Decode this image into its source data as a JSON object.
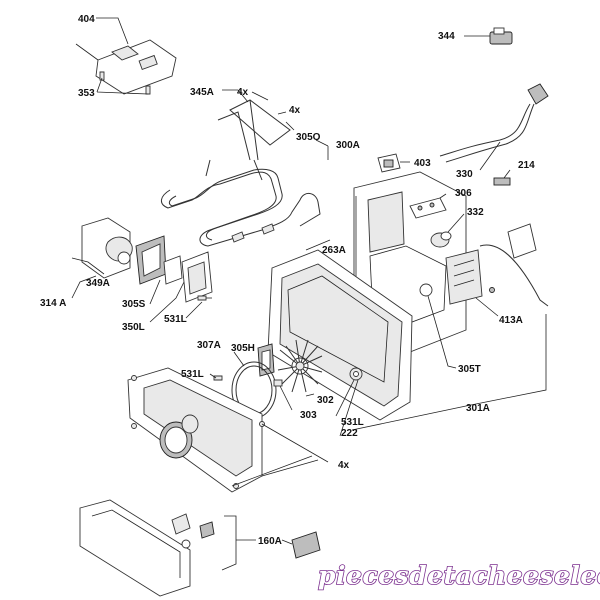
{
  "labels": {
    "l404": "404",
    "l353": "353",
    "l344": "344",
    "l345A": "345A",
    "l4x_1": "4x",
    "l4x_2": "4x",
    "l305O": "305O",
    "l300A": "300A",
    "l403": "403",
    "l330": "330",
    "l214": "214",
    "l306": "306",
    "l332": "332",
    "l263A": "263A",
    "l349A": "349A",
    "l314A": "314 A",
    "l305S": "305S",
    "l350L": "350L",
    "l531L_a": "531L",
    "l413A": "413A",
    "l307A": "307A",
    "l305H": "305H",
    "l531L_b": "531L",
    "l302": "302",
    "l303": "303",
    "l531L_c": "531L",
    "l222": "222",
    "l305T": "305T",
    "l301A": "301A",
    "l4x_3": "4x",
    "l160A": "160A"
  },
  "watermark": "piecesdetacheeselec.com"
}
